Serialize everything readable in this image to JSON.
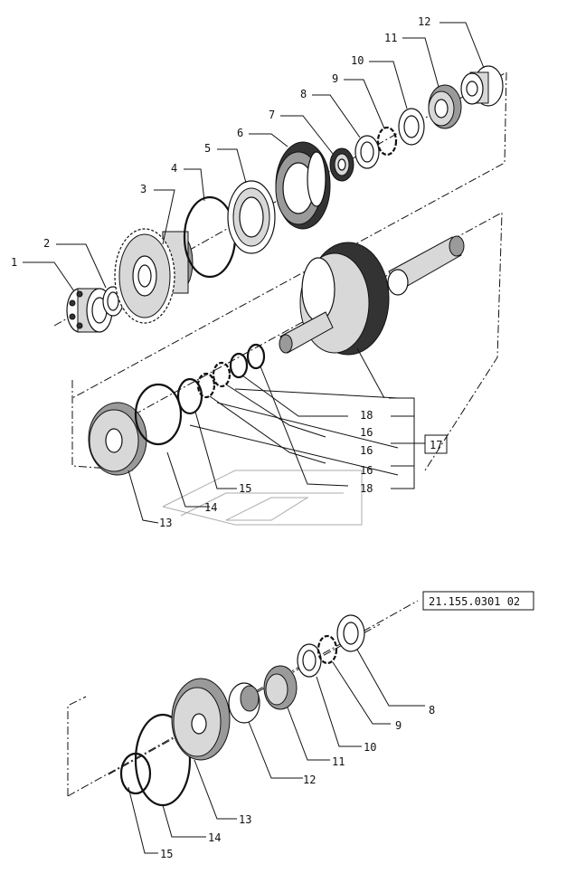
{
  "diagram": {
    "reference_code": "21.155.0301 02",
    "group_label": "17",
    "upper_assembly": {
      "part_numbers": [
        "1",
        "2",
        "3",
        "4",
        "5",
        "6",
        "7",
        "8",
        "9",
        "10",
        "11",
        "12",
        "13",
        "14",
        "15",
        "16",
        "16",
        "16",
        "18",
        "18"
      ]
    },
    "lower_assembly": {
      "part_numbers": [
        "8",
        "9",
        "10",
        "11",
        "12",
        "13",
        "14",
        "15"
      ]
    }
  }
}
